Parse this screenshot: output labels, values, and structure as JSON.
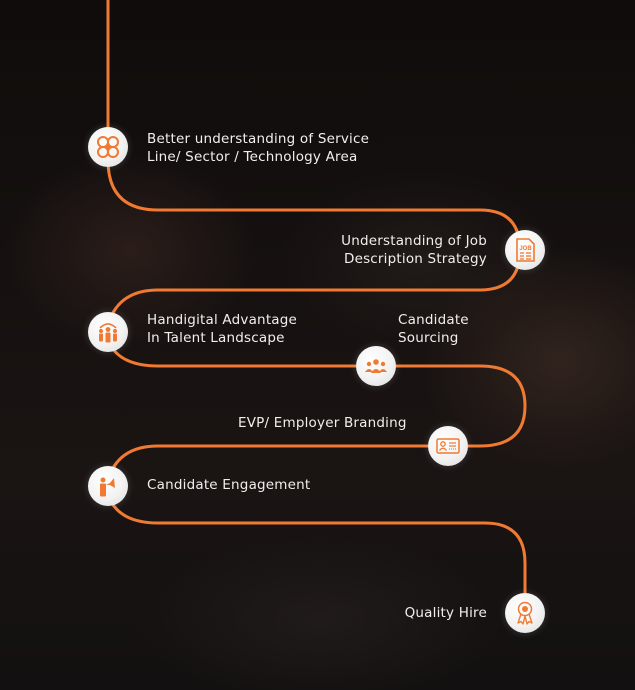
{
  "colors": {
    "accent": "#f07a32",
    "text": "#f1eeec",
    "node_bg": "#f2f2f2",
    "background": "#120d0c"
  },
  "steps": [
    {
      "id": "service-line",
      "icon": "gear-network-icon",
      "line1": "Better understanding of Service",
      "line2": "Line/ Sector /  Technology Area"
    },
    {
      "id": "job-description",
      "icon": "job-document-icon",
      "line1": "Understanding of Job",
      "line2": "Description Strategy"
    },
    {
      "id": "handigital",
      "icon": "team-group-icon",
      "line1": "Handigital Advantage",
      "line2": "In Talent Landscape"
    },
    {
      "id": "sourcing",
      "icon": "people-icon",
      "line1": "Candidate",
      "line2": "Sourcing"
    },
    {
      "id": "evp",
      "icon": "id-card-icon",
      "line1": "EVP/ Employer Branding"
    },
    {
      "id": "engagement",
      "icon": "megaphone-person-icon",
      "line1": "Candidate Engagement"
    },
    {
      "id": "quality-hire",
      "icon": "award-ribbon-icon",
      "line1": "Quality Hire"
    }
  ]
}
